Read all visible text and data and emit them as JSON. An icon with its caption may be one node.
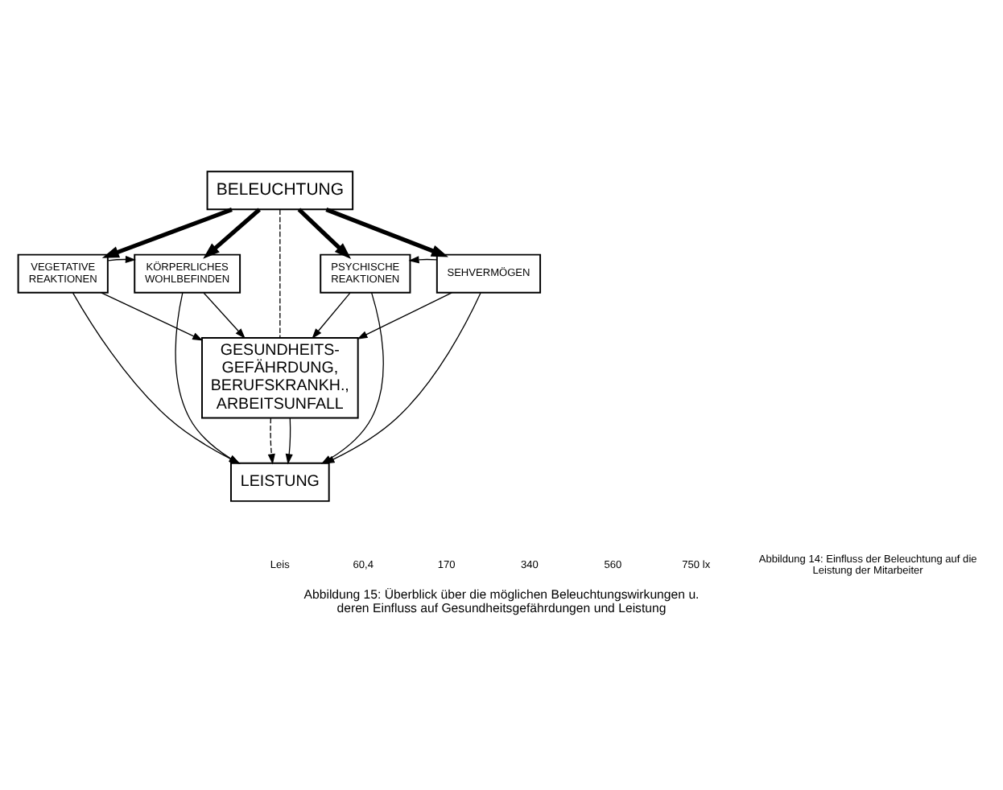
{
  "diagram": {
    "caption": "Abbildung 15: Überblick über die möglichen Beleuchtungswirkungen u. deren Einfluss auf Gesundheitsgefährdungen und Leistung",
    "nodes": [
      {
        "text": [
          "BELEUCHTUNG"
        ]
      },
      {
        "text": [
          "VEGETATIVE REAKTIONEN"
        ]
      },
      {
        "text": [
          "KÖRPERLICHES WOHLBEFINDEN"
        ]
      },
      {
        "text": [
          "PSYCHISCHE REAKTIONEN"
        ]
      },
      {
        "text": [
          "SEHVERMÖGEN"
        ]
      },
      {
        "text": [
          "GESUNDHEITS- GEFÄHRDUNG, BERUFSKRANKH., ARBEITSUNFALL"
        ]
      },
      {
        "text": [
          "LEISTUNG"
        ]
      }
    ],
    "edges": [
      {
        "from": 0,
        "to": 1,
        "arrow": "to",
        "style": "thick"
      },
      {
        "from": 0,
        "to": 2,
        "arrow": "to",
        "style": "thick"
      },
      {
        "from": 0,
        "to": 5,
        "arrow": "none",
        "style": "dashed"
      },
      {
        "from": 0,
        "to": 3,
        "arrow": "to",
        "style": "thick"
      },
      {
        "from": 0,
        "to": 4,
        "arrow": "to",
        "style": "thick"
      },
      {
        "from": 1,
        "to": 2,
        "arrow": "to"
      },
      {
        "from": 4,
        "to": 3,
        "arrow": "to"
      },
      {
        "from": 2,
        "to": 5,
        "arrow": "to"
      },
      {
        "from": 3,
        "to": 5,
        "arrow": "to"
      },
      {
        "from": 1,
        "to": 5,
        "arrow": "to"
      },
      {
        "from": 4,
        "to": 5,
        "arrow": "to"
      },
      {
        "from": 1,
        "to": 6,
        "arrow": "to"
      },
      {
        "from": 2,
        "to": 6,
        "arrow": "to"
      },
      {
        "from": 5,
        "to": 6,
        "arrow": "to",
        "style": "dashed"
      },
      {
        "from": 5,
        "to": 6,
        "arrow": "to"
      },
      {
        "from": 3,
        "to": 6,
        "arrow": "to"
      },
      {
        "from": 4,
        "to": 6,
        "arrow": "to"
      }
    ],
    "labels": [
      "Leis",
      "60,4",
      "170",
      "340",
      "560",
      "750 lx",
      "Abbildung 14: Einfluss der Beleuchtung auf die Leistung der Mitarbeiter"
    ]
  }
}
